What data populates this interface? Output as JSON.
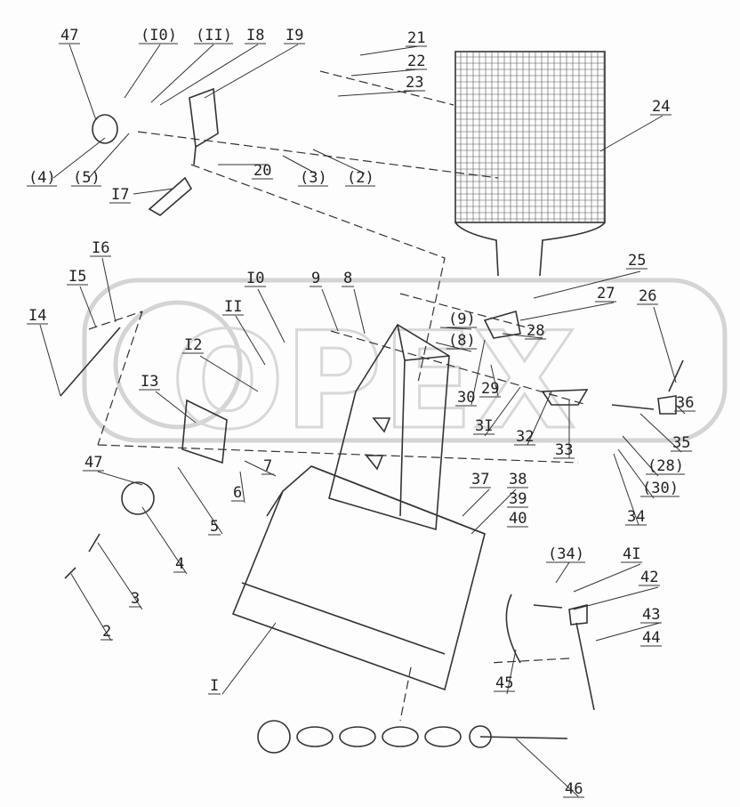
{
  "diagram": {
    "watermark": "OPEX",
    "labels": [
      "47",
      "(I0)",
      "(II)",
      "I8",
      "I9",
      "21",
      "22",
      "23",
      "24",
      "(4)",
      "(5)",
      "20",
      "(3)",
      "(2)",
      "I7",
      "I6",
      "I5",
      "I4",
      "25",
      "26",
      "27",
      "I0",
      "9",
      "8",
      "II",
      "I2",
      "I3",
      "(9)",
      "(8)",
      "28",
      "29",
      "30",
      "3I",
      "32",
      "33",
      "36",
      "35",
      "(28)",
      "(30)",
      "34",
      "37",
      "38",
      "39",
      "40",
      "47",
      "5",
      "6",
      "7",
      "4",
      "3",
      "2",
      "(34)",
      "4I",
      "42",
      "43",
      "44",
      "45",
      "I",
      "46"
    ]
  }
}
